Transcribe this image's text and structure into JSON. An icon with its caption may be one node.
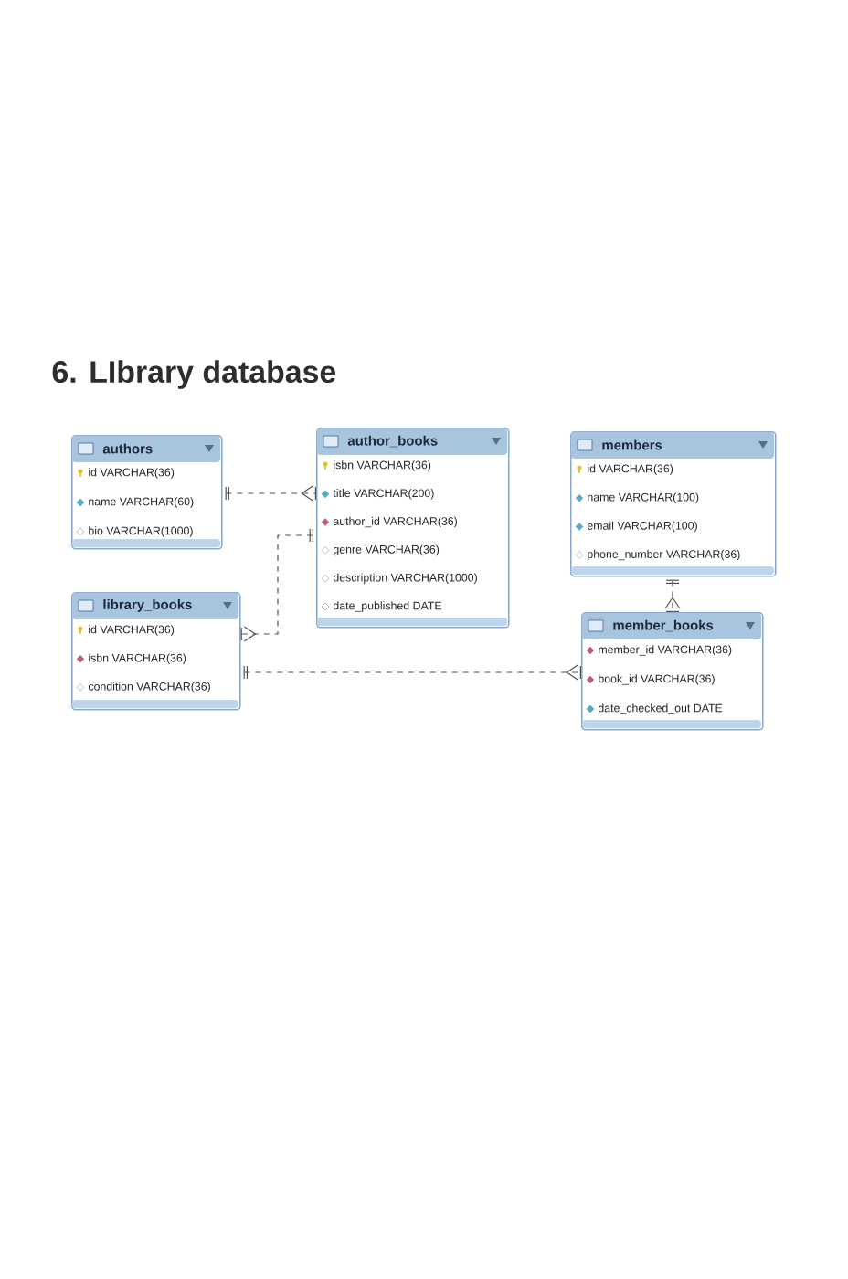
{
  "diagram": {
    "title": "6. LIbrary database",
    "nodes": [
      {
        "text": [
          "authors",
          "id VARCHAR(36)",
          "name VARCHAR(60)",
          "bio VARCHAR(1000)"
        ]
      },
      {
        "text": [
          "author_books",
          "isbn VARCHAR(36)",
          "title VARCHAR(200)",
          "author_id VARCHAR(36)",
          "genre VARCHAR(36)",
          "description VARCHAR(1000)",
          "date_published DATE"
        ]
      },
      {
        "text": [
          "members",
          "id VARCHAR(36)",
          "name VARCHAR(100)",
          "email VARCHAR(100)",
          "phone_number VARCHAR(36)"
        ]
      },
      {
        "text": [
          "library_books",
          "id VARCHAR(36)",
          "isbn VARCHAR(36)",
          "condition VARCHAR(36)"
        ]
      },
      {
        "text": [
          "member_books",
          "member_id VARCHAR(36)",
          "book_id VARCHAR(36)",
          "date_checked_out DATE"
        ]
      }
    ],
    "edges": [
      {
        "from": 0,
        "to": 1,
        "arrow": "other",
        "style": "dashed"
      },
      {
        "from": 1,
        "to": 3,
        "arrow": "other",
        "style": "dashed"
      },
      {
        "from": 3,
        "to": 4,
        "arrow": "other",
        "style": "dashed"
      },
      {
        "from": 2,
        "to": 4,
        "arrow": "other",
        "style": "dashed"
      }
    ]
  }
}
